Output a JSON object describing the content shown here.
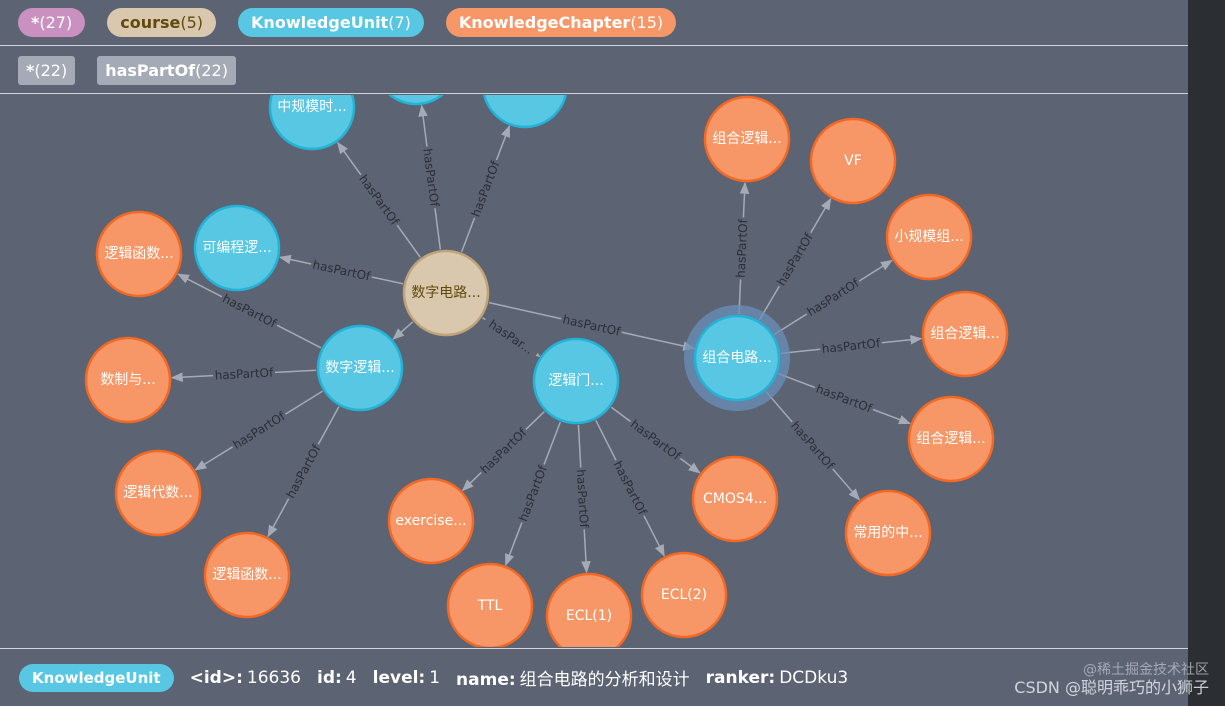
{
  "legend": {
    "labels": [
      {
        "name": "*",
        "count": "(27)",
        "color": "#c990c0"
      },
      {
        "name": "course",
        "count": "(5)",
        "color": "#d9c8ae"
      },
      {
        "name": "KnowledgeUnit",
        "count": "(7)",
        "color": "#57c7e3"
      },
      {
        "name": "KnowledgeChapter",
        "count": "(15)",
        "color": "#f79767"
      }
    ],
    "relationships": [
      {
        "name": "*",
        "count": "(22)"
      },
      {
        "name": "hasPartOf",
        "count": "(22)"
      }
    ]
  },
  "graph": {
    "relationship_label": "hasPartOf",
    "colors": {
      "course": "#d9c8ae",
      "unit": "#57c7e3",
      "chapter": "#f79767",
      "edge": "#a5abb6"
    },
    "nodes": [
      {
        "id": "n_course",
        "type": "course",
        "label": "数字电路..."
      },
      {
        "id": "n_u_top1",
        "type": "unit",
        "label": "中规模时..."
      },
      {
        "id": "n_u_top2",
        "type": "unit",
        "label": ""
      },
      {
        "id": "n_u_top3",
        "type": "unit",
        "label": ""
      },
      {
        "id": "n_u_prog",
        "type": "unit",
        "label": "可编程逻..."
      },
      {
        "id": "n_u_sl",
        "type": "unit",
        "label": "数字逻辑..."
      },
      {
        "id": "n_u_gate",
        "type": "unit",
        "label": "逻辑门..."
      },
      {
        "id": "n_u_comb",
        "type": "unit",
        "label": "组合电路...",
        "selected": true
      },
      {
        "id": "n_c_lf1",
        "type": "chapter",
        "label": "逻辑函数..."
      },
      {
        "id": "n_c_num",
        "type": "chapter",
        "label": "数制与..."
      },
      {
        "id": "n_c_alg",
        "type": "chapter",
        "label": "逻辑代数..."
      },
      {
        "id": "n_c_lf2",
        "type": "chapter",
        "label": "逻辑函数..."
      },
      {
        "id": "n_c_ex",
        "type": "chapter",
        "label": "exercise..."
      },
      {
        "id": "n_c_ttl",
        "type": "chapter",
        "label": "TTL"
      },
      {
        "id": "n_c_ecl1",
        "type": "chapter",
        "label": "ECL(1)"
      },
      {
        "id": "n_c_ecl2",
        "type": "chapter",
        "label": "ECL(2)"
      },
      {
        "id": "n_c_cmos",
        "type": "chapter",
        "label": "CMOS4..."
      },
      {
        "id": "n_c_cl1",
        "type": "chapter",
        "label": "组合逻辑..."
      },
      {
        "id": "n_c_vf",
        "type": "chapter",
        "label": "VF"
      },
      {
        "id": "n_c_small",
        "type": "chapter",
        "label": "小规模组..."
      },
      {
        "id": "n_c_cl2",
        "type": "chapter",
        "label": "组合逻辑..."
      },
      {
        "id": "n_c_cl3",
        "type": "chapter",
        "label": "组合逻辑..."
      },
      {
        "id": "n_c_common",
        "type": "chapter",
        "label": "常用的中..."
      }
    ],
    "edge_labels": [
      "hasPartOf",
      "hasPartOf",
      "hasPartOf",
      "hasPartOf",
      "hasPar...",
      "hasPartOf",
      "hasPartOf",
      "hasPartOf",
      "hasPartOf",
      "hasPartOf",
      "hasPartOf",
      "hasPartOf",
      "hasPartOf",
      "hasPartOf",
      "hasPartOf",
      "hasPartOf",
      "hasPartOf",
      "hasPartOf",
      "hasPartOf",
      "hasPartOf",
      "hasPartOf"
    ]
  },
  "status": {
    "label": "KnowledgeUnit",
    "props": [
      {
        "key": "<id>:",
        "value": "16636"
      },
      {
        "key": "id:",
        "value": "4"
      },
      {
        "key": "level:",
        "value": "1"
      },
      {
        "key": "name:",
        "value": "组合电路的分析和设计"
      },
      {
        "key": "ranker:",
        "value": "DCDku3"
      }
    ]
  },
  "watermark": {
    "faint": "@稀土掘金技术社区",
    "main": "CSDN @聪明乖巧的小狮子"
  }
}
